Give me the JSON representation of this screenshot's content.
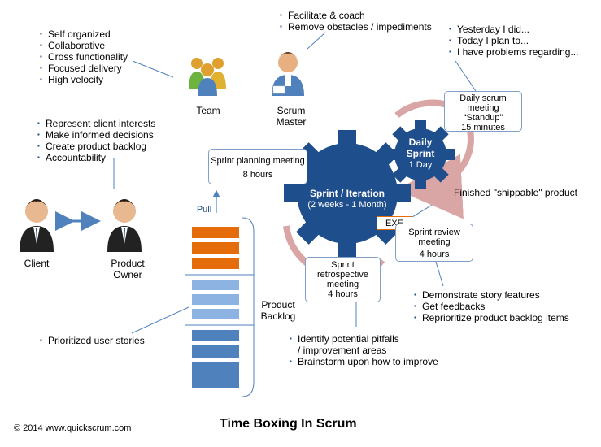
{
  "title": "Time Boxing In Scrum",
  "copyright": "© 2014 www.quickscrum.com",
  "team": {
    "label": "Team",
    "bullets": [
      "Self organized",
      "Collaborative",
      "Cross functionality",
      "Focused delivery",
      "High velocity"
    ]
  },
  "scrum_master": {
    "label_line1": "Scrum",
    "label_line2": "Master",
    "bullets": [
      "Facilitate & coach",
      "Remove obstacles / impediments"
    ]
  },
  "daily_scrum": {
    "bullets": [
      "Yesterday I did...",
      "Today I plan to...",
      "I have problems regarding..."
    ],
    "box_line1": "Daily scrum",
    "box_line2": "meeting",
    "box_line3": "“Standup”",
    "box_line4": "15 minutes"
  },
  "product_owner": {
    "client_label": "Client",
    "owner_line1": "Product",
    "owner_line2": "Owner",
    "bullets": [
      "Represent client interests",
      "Make informed decisions",
      "Create product backlog",
      "Accountability"
    ]
  },
  "sprint_planning": {
    "line1": "Sprint planning meeting",
    "line2": "8 hours",
    "pull_label": "Pull"
  },
  "sprint_gear": {
    "line1": "Sprint / Iteration",
    "line2": "(2 weeks - 1 Month)"
  },
  "daily_gear": {
    "line1": "Daily",
    "line2": "Sprint",
    "line3": "1 Day"
  },
  "exe_label": "EXE",
  "finished_label": "Finished \"shippable\" product",
  "sprint_review": {
    "line1": "Sprint review",
    "line2": "meeting",
    "line3": "4 hours",
    "bullets": [
      "Demonstrate story features",
      "Get feedbacks",
      "Reprioritize product backlog items"
    ]
  },
  "retrospective": {
    "line1": "Sprint",
    "line2": "retrospective",
    "line3": "meeting",
    "line4": "4 hours",
    "bullets": [
      "Identify potential pitfalls",
      "/ improvement areas",
      "Brainstorm upon how to improve"
    ]
  },
  "backlog": {
    "label_line1": "Product",
    "label_line2": "Backlog",
    "stories_bullet": "Prioritized user stories"
  },
  "colors": {
    "gear": "#1f4e8c",
    "orange": "#e46c0a",
    "light_blue": "#8db3e2",
    "mid_blue": "#4f81bd",
    "cycle_arrow": "#d9a5a5"
  }
}
